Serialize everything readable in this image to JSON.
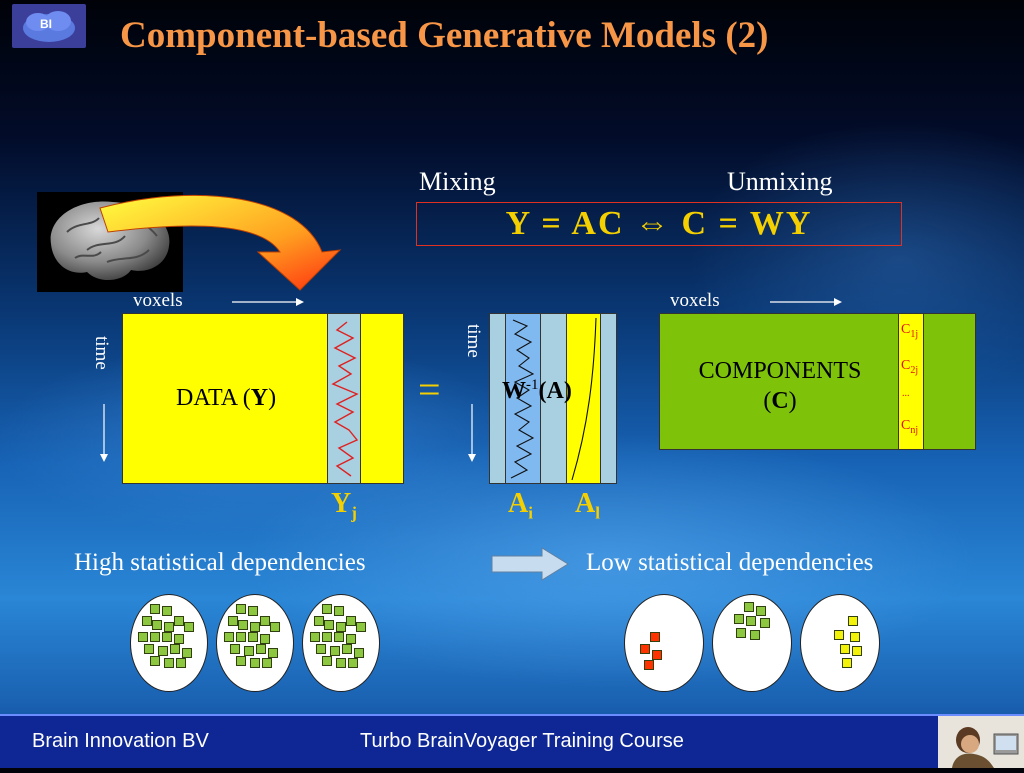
{
  "title": "Component-based Generative Models (2)",
  "logo": {
    "text": "BI"
  },
  "equation": {
    "mixing_label": "Mixing",
    "unmixing_label": "Unmixing",
    "formula": "Y = AC ⇔ C = WY"
  },
  "data_matrix": {
    "axis_x": "voxels",
    "axis_y": "time",
    "label_prefix": "DATA (",
    "label_bold": "Y",
    "label_suffix": ")",
    "column_label_main": "Y",
    "column_label_sub": "j"
  },
  "equals_sign": "=",
  "mixing_matrix": {
    "axis_y": "time",
    "label_main": "W",
    "label_sup": "-1",
    "label_rest": "(A)",
    "col1_main": "A",
    "col1_sub": "i",
    "col2_main": "A",
    "col2_sub": "l"
  },
  "components_matrix": {
    "axis_x": "voxels",
    "label_line1": "COMPONENTS",
    "label_line2_prefix": "(",
    "label_line2_bold": "C",
    "label_line2_suffix": ")",
    "rows": [
      {
        "main": "C",
        "sub": "1j"
      },
      {
        "main": "C",
        "sub": "2j"
      },
      {
        "main": "...",
        "sub": ""
      },
      {
        "main": "C",
        "sub": "nj"
      }
    ]
  },
  "dependencies": {
    "high": "High statistical dependencies",
    "low": "Low statistical dependencies"
  },
  "footer": {
    "company": "Brain Innovation BV",
    "course": "Turbo BrainVoyager Training Course"
  },
  "colors": {
    "title": "#f79646",
    "data_yellow": "#ffff00",
    "column_blue": "#a8d0e0",
    "components_green": "#7ec20a",
    "dot_green": "#8dc63f",
    "dot_yellow": "#f2f20a",
    "dot_red": "#ff3300",
    "footer_blue": "#0f2794"
  }
}
